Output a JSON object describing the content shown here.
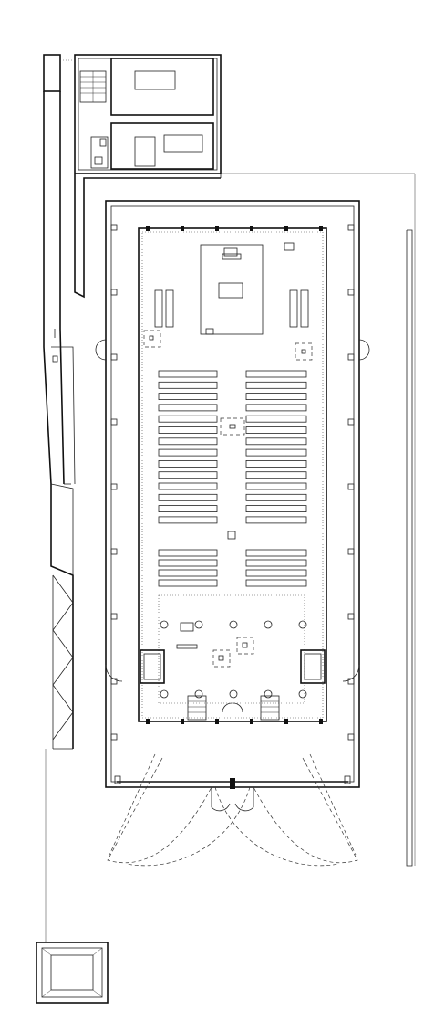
{
  "drawing": {
    "kind": "architectural-floor-plan",
    "line_color": "#111111",
    "background": "#ffffff",
    "pews_left_rows": 14,
    "pews_right_rows": 14,
    "pews_rear_rows": 4,
    "side_pilasters": 8,
    "columns_front": 5
  }
}
